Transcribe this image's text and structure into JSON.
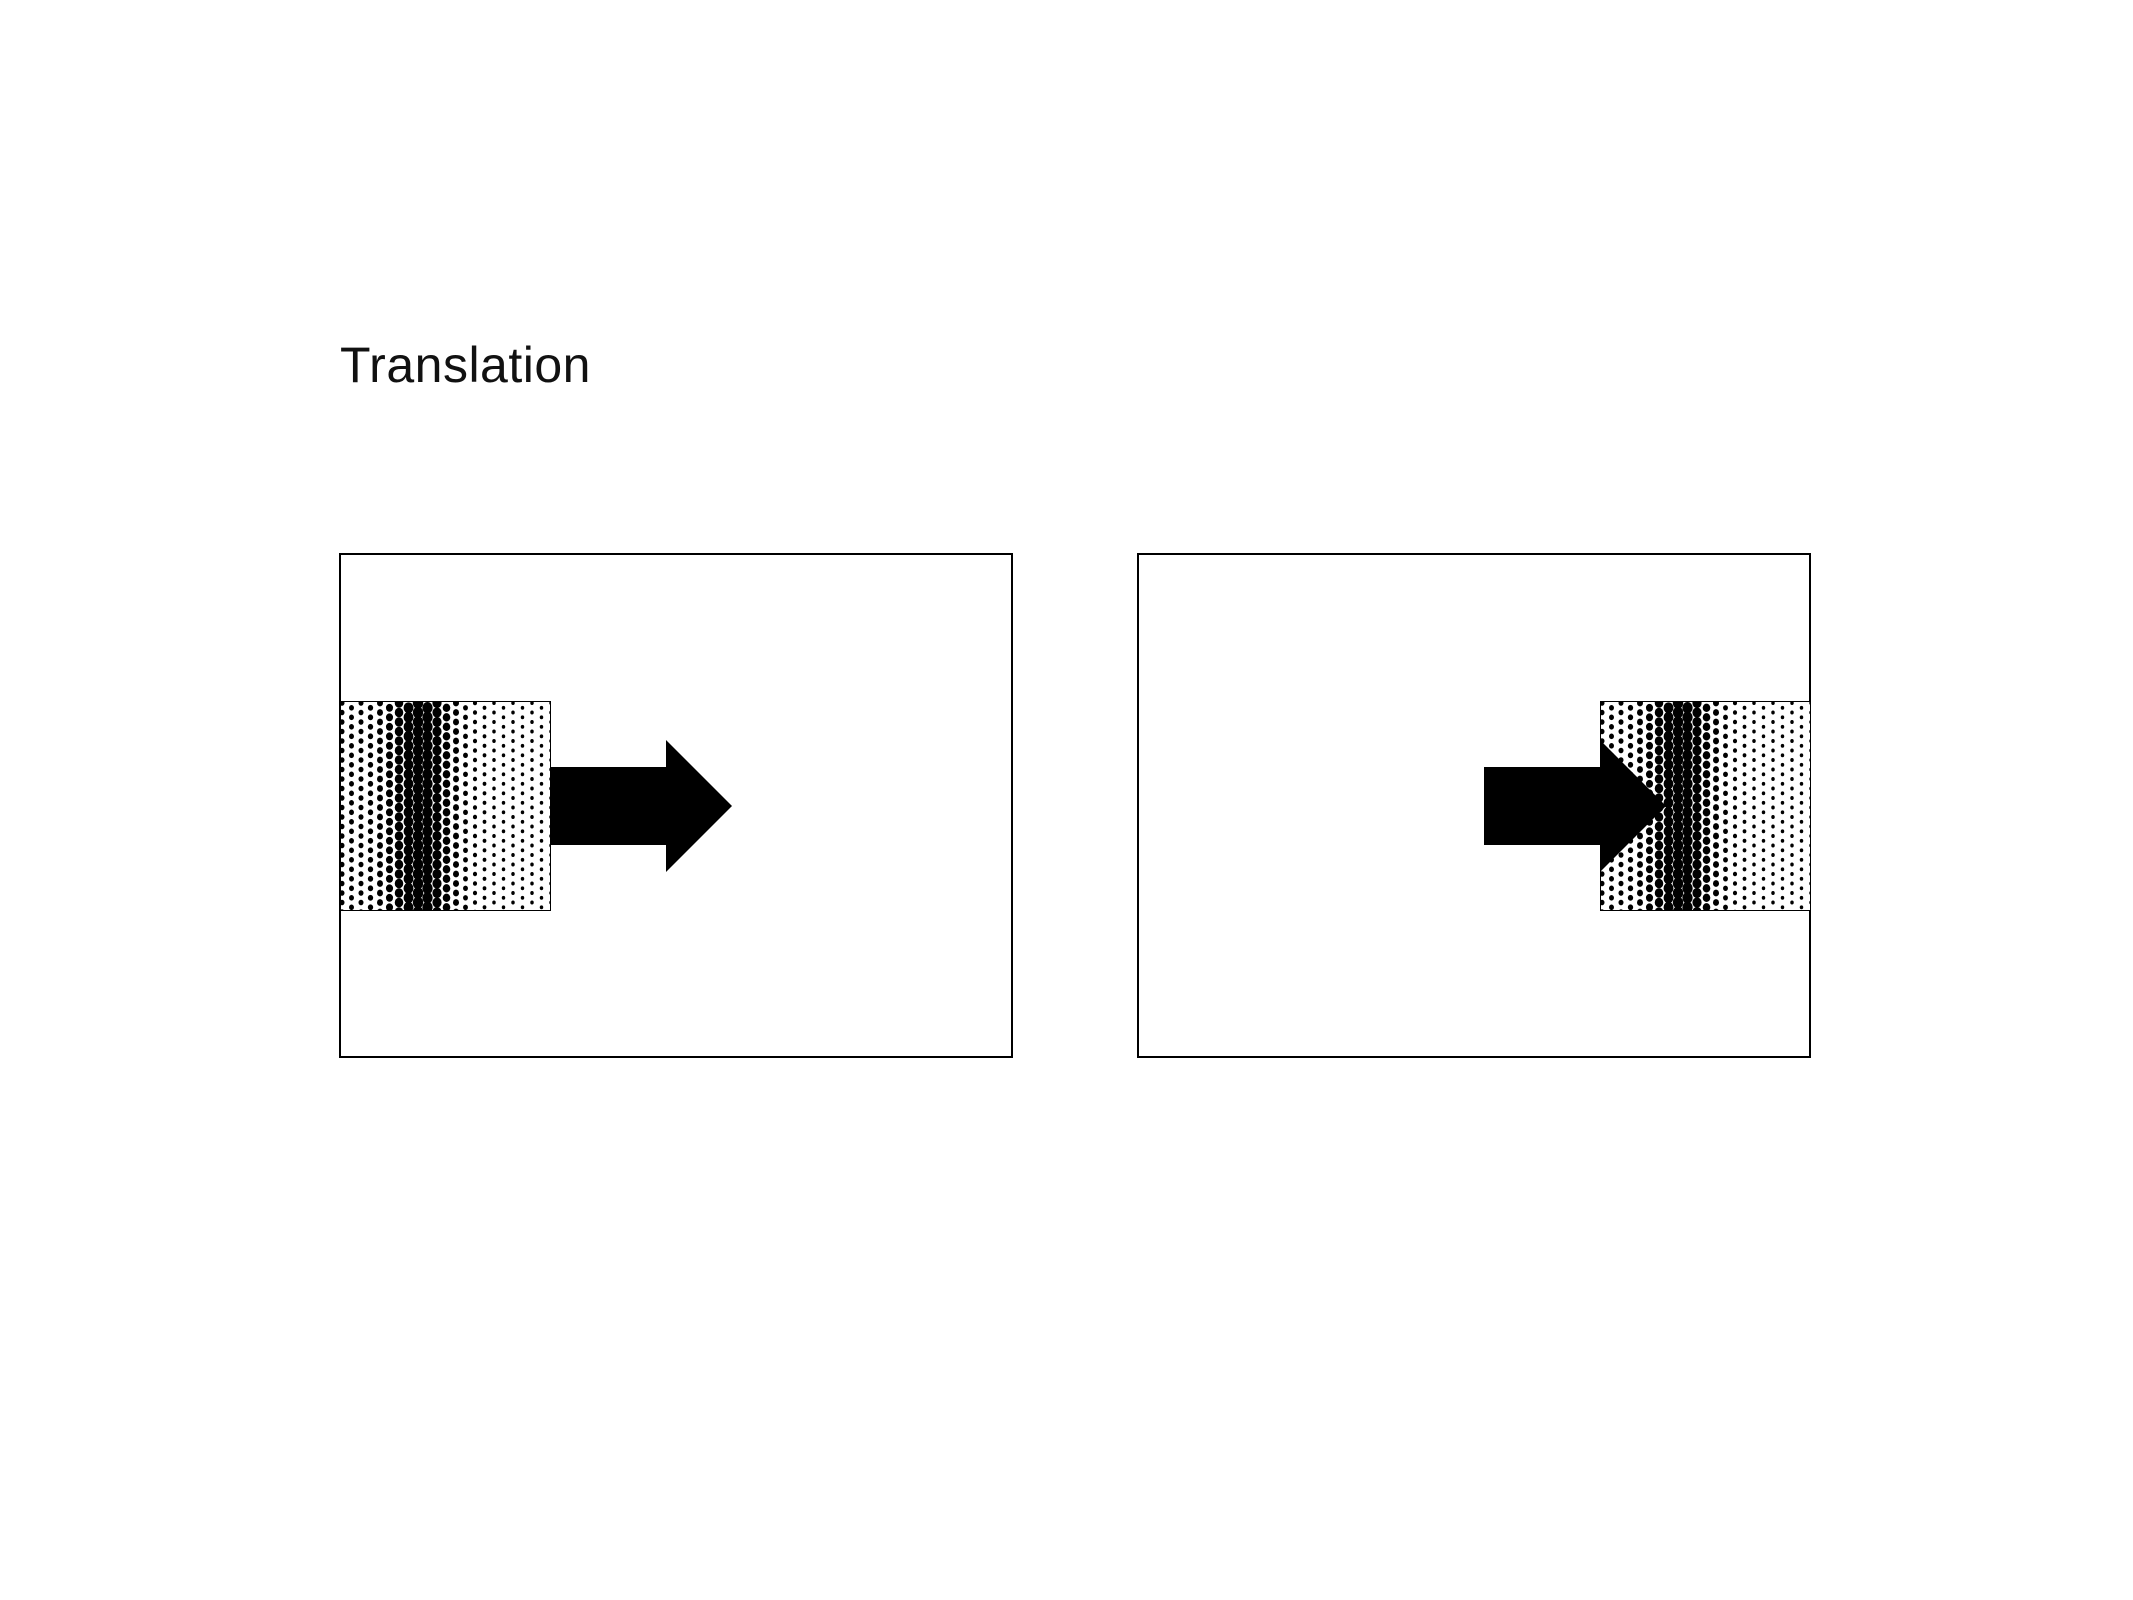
{
  "title": "Translation",
  "colors": {
    "stroke": "#000000",
    "fill": "#000000",
    "background": "#ffffff"
  },
  "panels": [
    {
      "id": "before",
      "object": "halftone-square",
      "arrow": "right-arrow"
    },
    {
      "id": "after",
      "object": "halftone-square",
      "arrow": "right-arrow"
    }
  ]
}
